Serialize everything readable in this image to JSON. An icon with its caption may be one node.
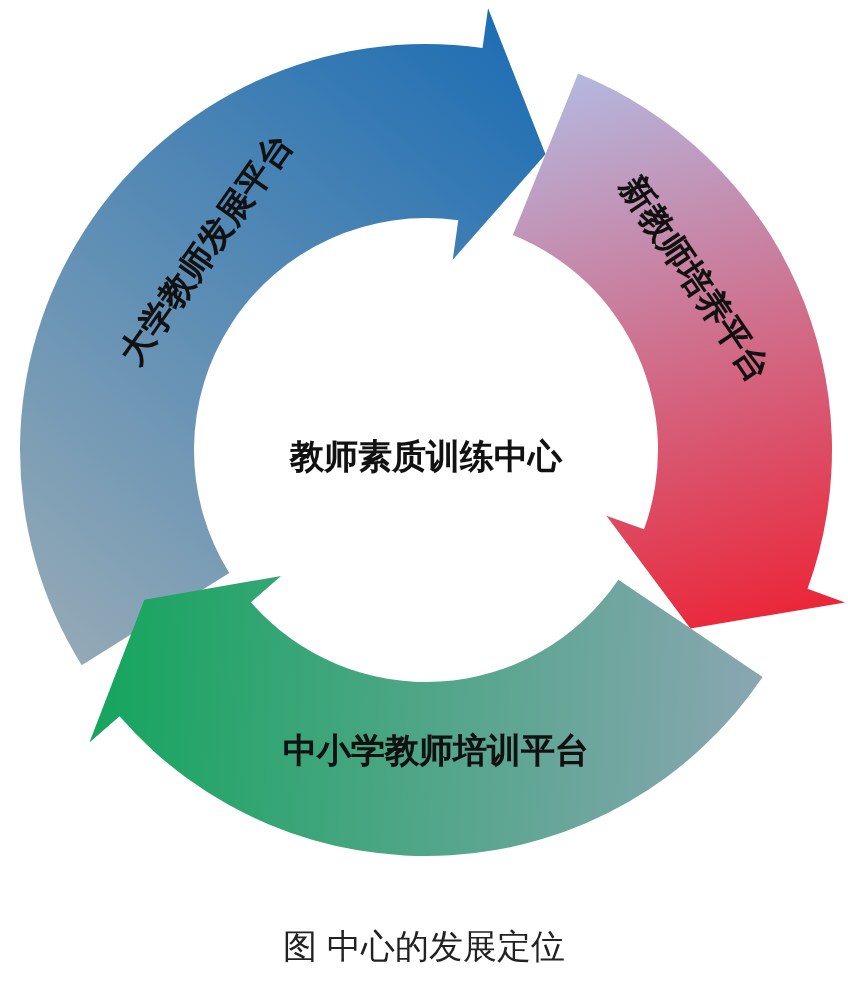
{
  "diagram": {
    "caption": "图 中心的发展定位",
    "nodes": [
      {
        "text": [
          "教师素质训练中心"
        ]
      },
      {
        "text": [
          "大学教师发展平台"
        ]
      },
      {
        "text": [
          "新教师培养平台"
        ]
      },
      {
        "text": [
          "中小学教师培训平台"
        ]
      }
    ]
  }
}
